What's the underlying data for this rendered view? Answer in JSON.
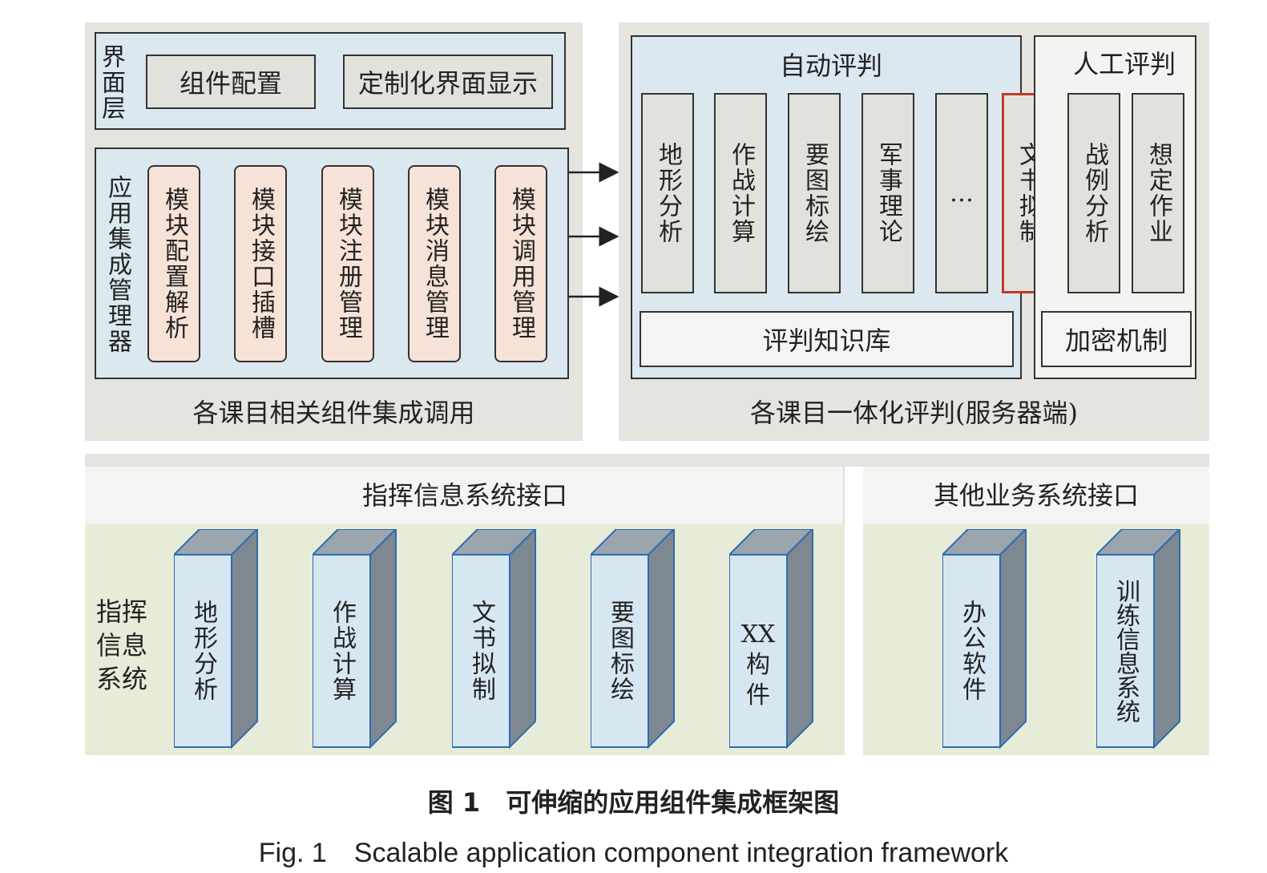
{
  "left_panel": {
    "caption": "各课目相关组件集成调用",
    "ui_layer": {
      "label": "界面层",
      "items": [
        "组件配置",
        "定制化界面显示"
      ]
    },
    "app_manager": {
      "label": "应用集成管理器",
      "modules": [
        "模块配置解析",
        "模块接口插槽",
        "模块注册管理",
        "模块消息管理",
        "模块调用管理"
      ]
    }
  },
  "right_panel": {
    "caption": "各课目一体化评判(服务器端)",
    "auto": {
      "title": "自动评判",
      "items": [
        "地形分析",
        "作战计算",
        "要图标绘",
        "军事理论",
        "…",
        "文书拟制"
      ],
      "knowledge_base": "评判知识库"
    },
    "manual": {
      "title": "人工评判",
      "items": [
        "战例分析",
        "想定作业"
      ],
      "encryption": "加密机制"
    }
  },
  "bottom_left": {
    "header": "指挥信息系统接口",
    "label": "指挥信息系统",
    "blocks": [
      "地形分析",
      "作战计算",
      "文书拟制",
      "要图标绘",
      "XX构件"
    ]
  },
  "bottom_right": {
    "header": "其他业务系统接口",
    "blocks": [
      "办公软件",
      "训练信息系统"
    ]
  },
  "figure_caption": {
    "cn": "图 1　可伸缩的应用组件集成框架图",
    "en": "Fig. 1　Scalable application component integration framework"
  },
  "colors": {
    "panel_gray": "#e6e4df",
    "box_blue": "#dce8ef",
    "module_peach": "#f6e2d6",
    "bottom_green": "#e6ecd8",
    "cube_front": "#d7e7f2",
    "cube_side": "#7e8891",
    "highlight_red": "#c0392b"
  }
}
